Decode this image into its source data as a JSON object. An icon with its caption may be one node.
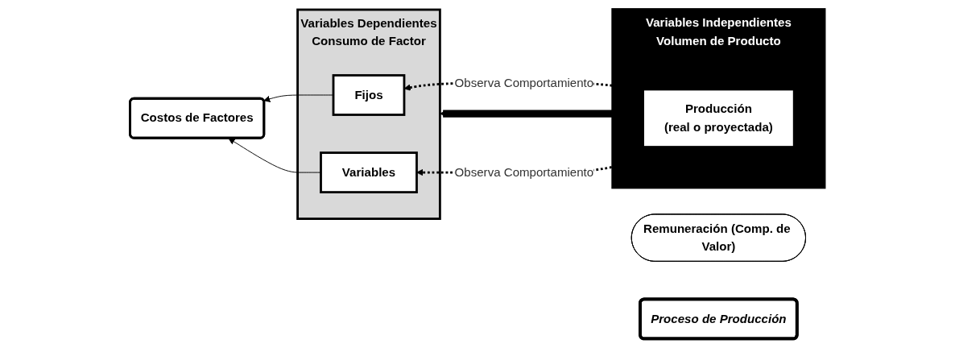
{
  "diagram": {
    "nodes": [
      {
        "text": [
          "Costos de Factores"
        ]
      },
      {
        "text": [
          "Remuneración (Comp. de Valor)"
        ]
      },
      {
        "text": [
          "Variables Dependientes",
          "Consumo de Factor"
        ]
      },
      {
        "text": [
          "Fijos"
        ],
        "in": 2
      },
      {
        "text": [
          "Variables"
        ],
        "in": 2
      },
      {
        "text": [
          "Proceso de Producción"
        ]
      },
      {
        "text": [
          "Variables Independientes",
          "Volumen de Producto"
        ]
      },
      {
        "text": [
          "Producción",
          "(real o proyectada)"
        ],
        "in": 6
      }
    ],
    "edges": [
      {
        "from": 3,
        "to": 0,
        "arrow": "to"
      },
      {
        "from": 4,
        "to": 0,
        "arrow": "to"
      },
      {
        "from": 7,
        "to": 3,
        "arrow": "to",
        "label": "Observa Comportamiento",
        "style": "dashed"
      },
      {
        "from": 7,
        "to": 4,
        "arrow": "to",
        "label": "Observa Comportamiento",
        "style": "dashed"
      },
      {
        "from": 6,
        "to": 2,
        "arrow": "to",
        "style": "thick"
      }
    ]
  }
}
